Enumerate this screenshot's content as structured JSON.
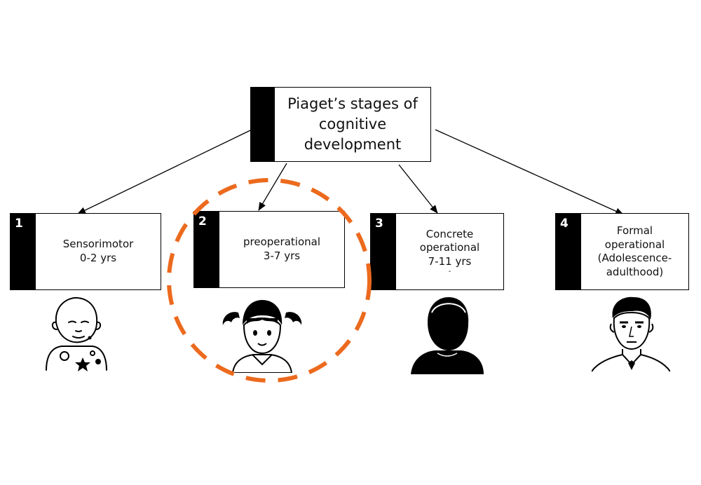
{
  "root": {
    "lines": [
      "Piaget’s stages of",
      "cognitive",
      "development"
    ]
  },
  "stages": [
    {
      "number": "1",
      "lines": [
        "Sensorimotor",
        "0-2 yrs"
      ],
      "portrait": "baby-icon"
    },
    {
      "number": "2",
      "lines": [
        "preoperational",
        "3-7 yrs"
      ],
      "portrait": "girl-icon",
      "highlighted": true
    },
    {
      "number": "3",
      "lines": [
        "Concrete",
        "operational",
        "7-11 yrs",
        "-"
      ],
      "portrait": "child-silhouette-icon"
    },
    {
      "number": "4",
      "lines": [
        "Formal",
        "operational",
        "(Adolescence-",
        "adulthood)"
      ],
      "portrait": "man-icon"
    }
  ],
  "colors": {
    "highlight": "#ec6a1e",
    "tab": "#000000",
    "line": "#000000"
  }
}
